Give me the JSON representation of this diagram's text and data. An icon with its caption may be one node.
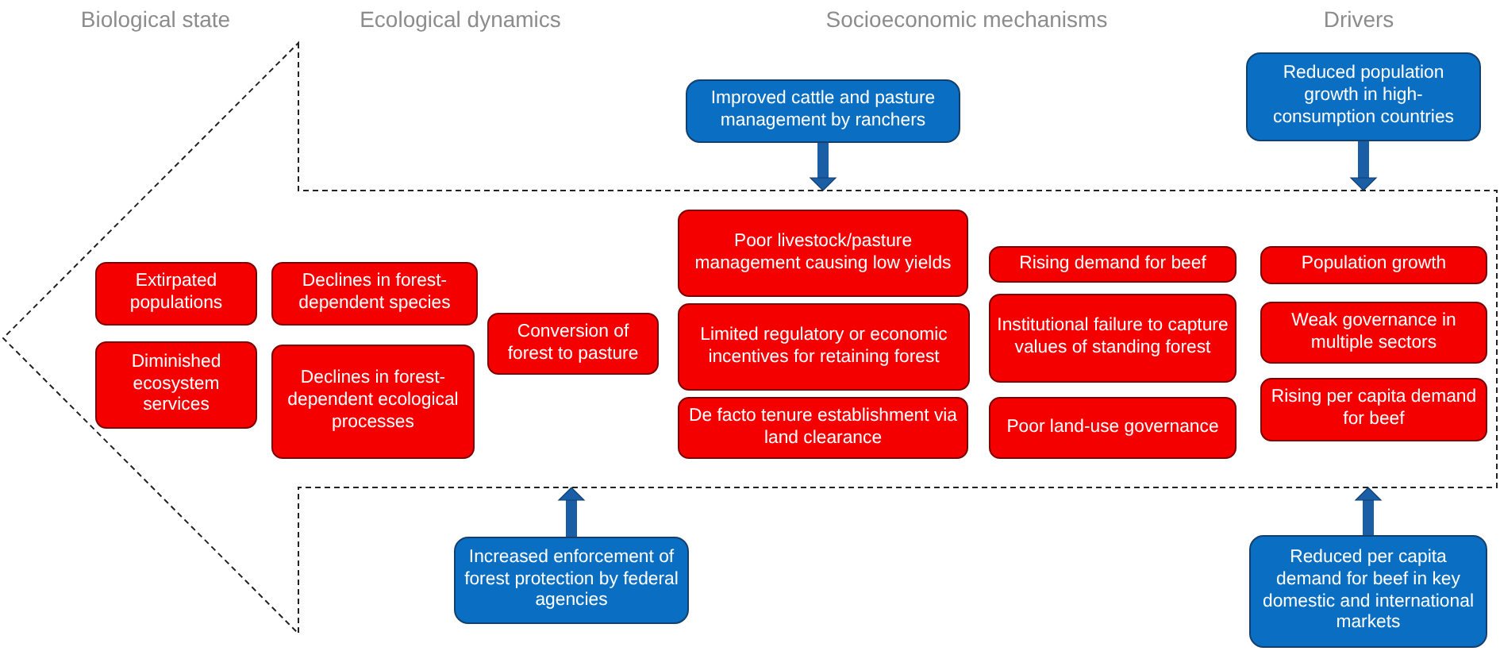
{
  "diagram": {
    "nodes": [
      {
        "text": [],
        "shape": "arrow"
      },
      {
        "text": [
          "Extirpated populations"
        ],
        "in": 0
      },
      {
        "text": [
          "Diminished ecosystem services"
        ],
        "in": 0
      },
      {
        "text": [
          "Declines in forest-dependent species"
        ],
        "in": 0
      },
      {
        "text": [
          "Declines in forest-dependent ecological processes"
        ],
        "in": 0
      },
      {
        "text": [
          "Conversion of forest to pasture"
        ],
        "in": 0
      },
      {
        "text": [
          "Poor livestock/pasture management causing low yields"
        ],
        "in": 0
      },
      {
        "text": [
          "Limited regulatory or economic incentives for retaining forest"
        ],
        "in": 0
      },
      {
        "text": [
          "De facto tenure establishment via land clearance"
        ],
        "in": 0
      },
      {
        "text": [
          "Rising demand for beef"
        ],
        "in": 0
      },
      {
        "text": [
          "Institutional failure to capture values of standing forest"
        ],
        "in": 0
      },
      {
        "text": [
          "Poor land-use governance"
        ],
        "in": 0
      },
      {
        "text": [
          "Population growth"
        ],
        "in": 0
      },
      {
        "text": [
          "Weak governance in multiple sectors"
        ],
        "in": 0
      },
      {
        "text": [
          "Rising per capita demand for beef"
        ],
        "in": 0
      },
      {
        "text": [
          "Improved cattle and pasture management by ranchers"
        ]
      },
      {
        "text": [
          "Reduced population growth in high-consumption countries"
        ]
      },
      {
        "text": [
          "Increased enforcement of forest protection by federal agencies"
        ]
      },
      {
        "text": [
          "Reduced per capita demand for beef in key domestic and international markets"
        ]
      }
    ],
    "edges": [
      {
        "from": 15,
        "to": 0,
        "arrow": "to"
      },
      {
        "from": 16,
        "to": 0,
        "arrow": "to"
      },
      {
        "from": 17,
        "to": 0,
        "arrow": "to"
      },
      {
        "from": 18,
        "to": 0,
        "arrow": "to"
      }
    ],
    "labels": [
      "Biological state",
      "Ecological dynamics",
      "Socioeconomic mechanisms",
      "Drivers"
    ]
  }
}
